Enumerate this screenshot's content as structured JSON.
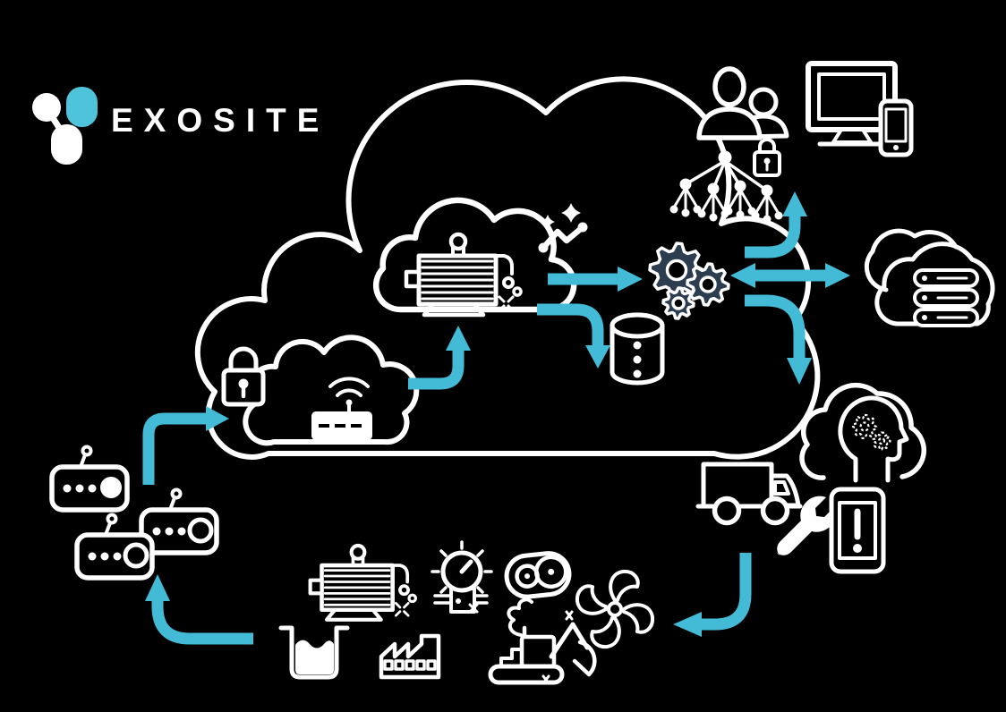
{
  "logo": {
    "text": "EXOSITE"
  },
  "colors": {
    "background": "#000000",
    "line": "#ffffff",
    "accent": "#43BAD6",
    "logo_teal": "#4FC3D9",
    "gear_fill": "#2C3D4F"
  },
  "icons": [
    "exosite-logo-icon",
    "platform-cloud-icon",
    "device-cloud-motor-icon",
    "sparkline-trend-icon",
    "processing-gears-icon",
    "database-cylinder-icon",
    "secure-gateway-cloud-icon",
    "padlock-icon",
    "wifi-router-icon",
    "users-icon",
    "asset-hierarchy-lock-icon",
    "monitor-phone-icon",
    "server-cloud-icon",
    "machine-learning-head-icon",
    "service-truck-icon",
    "wrench-icon",
    "mobile-alert-icon",
    "iot-gateway-icon",
    "electric-motor-icon",
    "gauge-sensor-icon",
    "belt-pulley-icon",
    "fan-icon",
    "liquid-tank-icon",
    "factory-icon",
    "excavator-icon"
  ],
  "arrows": [
    {
      "from": "iot-gateways",
      "to": "secure-gateway-cloud"
    },
    {
      "from": "secure-gateway-cloud",
      "to": "device-cloud"
    },
    {
      "from": "device-cloud",
      "to": "processing-gears"
    },
    {
      "from": "device-cloud",
      "to": "database"
    },
    {
      "from": "processing-gears",
      "to": "users-and-devices"
    },
    {
      "from": "processing-gears",
      "to": "server-cloud",
      "bidirectional": true
    },
    {
      "from": "processing-gears",
      "to": "machine-learning"
    },
    {
      "from": "service-truck",
      "to": "field-machines"
    },
    {
      "from": "field-machines",
      "to": "iot-gateways"
    }
  ]
}
